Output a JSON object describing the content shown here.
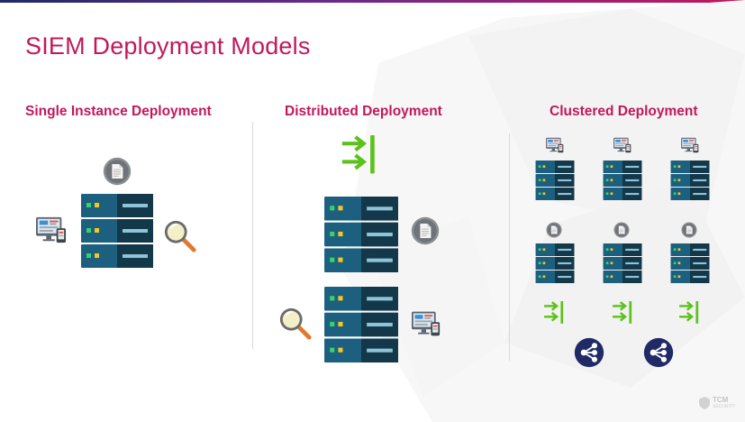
{
  "slide": {
    "title": "SIEM Deployment Models",
    "columns": [
      {
        "title": "Single Instance Deployment"
      },
      {
        "title": "Distributed Deployment"
      },
      {
        "title": "Clustered Deployment"
      }
    ]
  },
  "brand": {
    "name": "TCM",
    "sub": "SECURITY"
  },
  "colors": {
    "accent": "#c2185b",
    "server_dark": "#13384a",
    "server_light": "#1c5f7e",
    "led_green": "#38d26a",
    "led_yellow": "#f3c623",
    "arrow_green": "#5cc21b",
    "share_bg": "#1f2a66"
  },
  "icons": [
    "server-icon",
    "document-icon",
    "magnifier-icon",
    "monitor-icon",
    "ingest-arrows-icon",
    "share-icon"
  ]
}
